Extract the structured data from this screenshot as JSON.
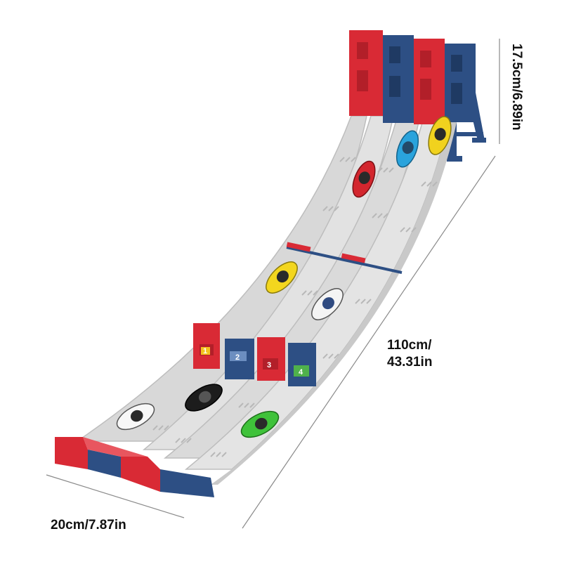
{
  "dimensions": {
    "height": "17.5cm/6.89in",
    "length_line1": "110cm/",
    "length_line2": "43.31in",
    "width": "20cm/7.87in"
  },
  "gate_numbers": [
    "1",
    "2",
    "3",
    "4"
  ],
  "colors": {
    "red": "#d92a35",
    "blue": "#2d4f84",
    "track": "#dcdcdc",
    "track_edge": "#c4c4c4",
    "background": "#ffffff"
  },
  "cars": [
    {
      "name": "red-sports-car",
      "color": "#d3262e"
    },
    {
      "name": "blue-sports-car",
      "color": "#2aa3dc"
    },
    {
      "name": "yellow-sports-car",
      "color": "#f1d21e"
    },
    {
      "name": "yellow-sports-car-mid",
      "color": "#f3d61e"
    },
    {
      "name": "white-race-car",
      "color": "#f4f4f4"
    },
    {
      "name": "black-race-car",
      "color": "#1c1c1c"
    },
    {
      "name": "white-police-car",
      "color": "#f7f7f7"
    },
    {
      "name": "green-sports-car",
      "color": "#3fc23a"
    }
  ]
}
